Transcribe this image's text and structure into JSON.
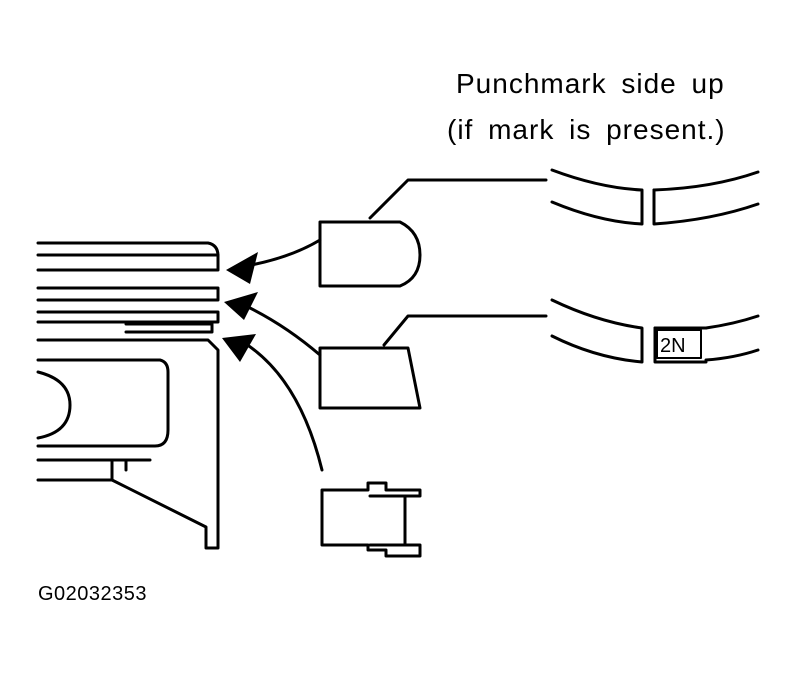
{
  "caption": {
    "line1": "Punchmark side up",
    "line2": "(if mark is present.)"
  },
  "ring_marking": "2N",
  "figure_code": "G02032353",
  "colors": {
    "line": "#000000",
    "background": "#ffffff"
  }
}
